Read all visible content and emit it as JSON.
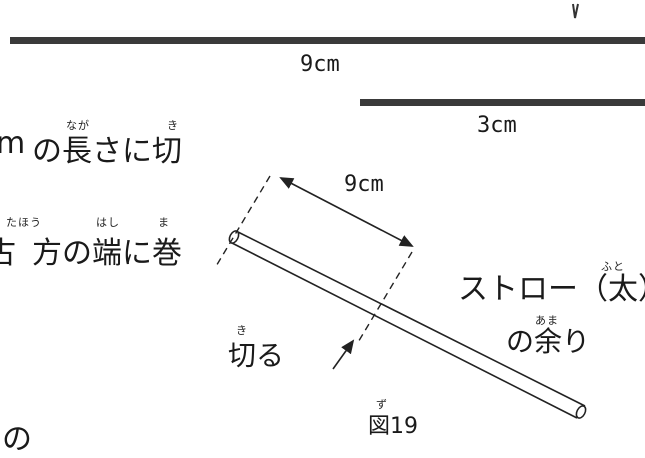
{
  "measures": {
    "top_bar_length": "9cm",
    "short_bar_length": "3cm",
    "straw_cut_length": "9cm"
  },
  "left_text": {
    "line1_prefix": "m",
    "line1": "の長さに切",
    "line1_furigana_1": "なが",
    "line1_furigana_2": "き",
    "line2_prefix": "古",
    "line2": "方の端に巻",
    "line2_furigana_1": "たほう",
    "line2_furigana_2": "はし",
    "line2_furigana_3": "ま",
    "bottom_fragment": "の"
  },
  "labels": {
    "straw_label": "ストロー（太）",
    "straw_furigana": "ふと",
    "remainder_label": "の余り",
    "remainder_furigana": "あま",
    "cut_label": "切る",
    "cut_furigana": "き"
  },
  "caption": {
    "figure": "図19",
    "furigana": "ず"
  }
}
